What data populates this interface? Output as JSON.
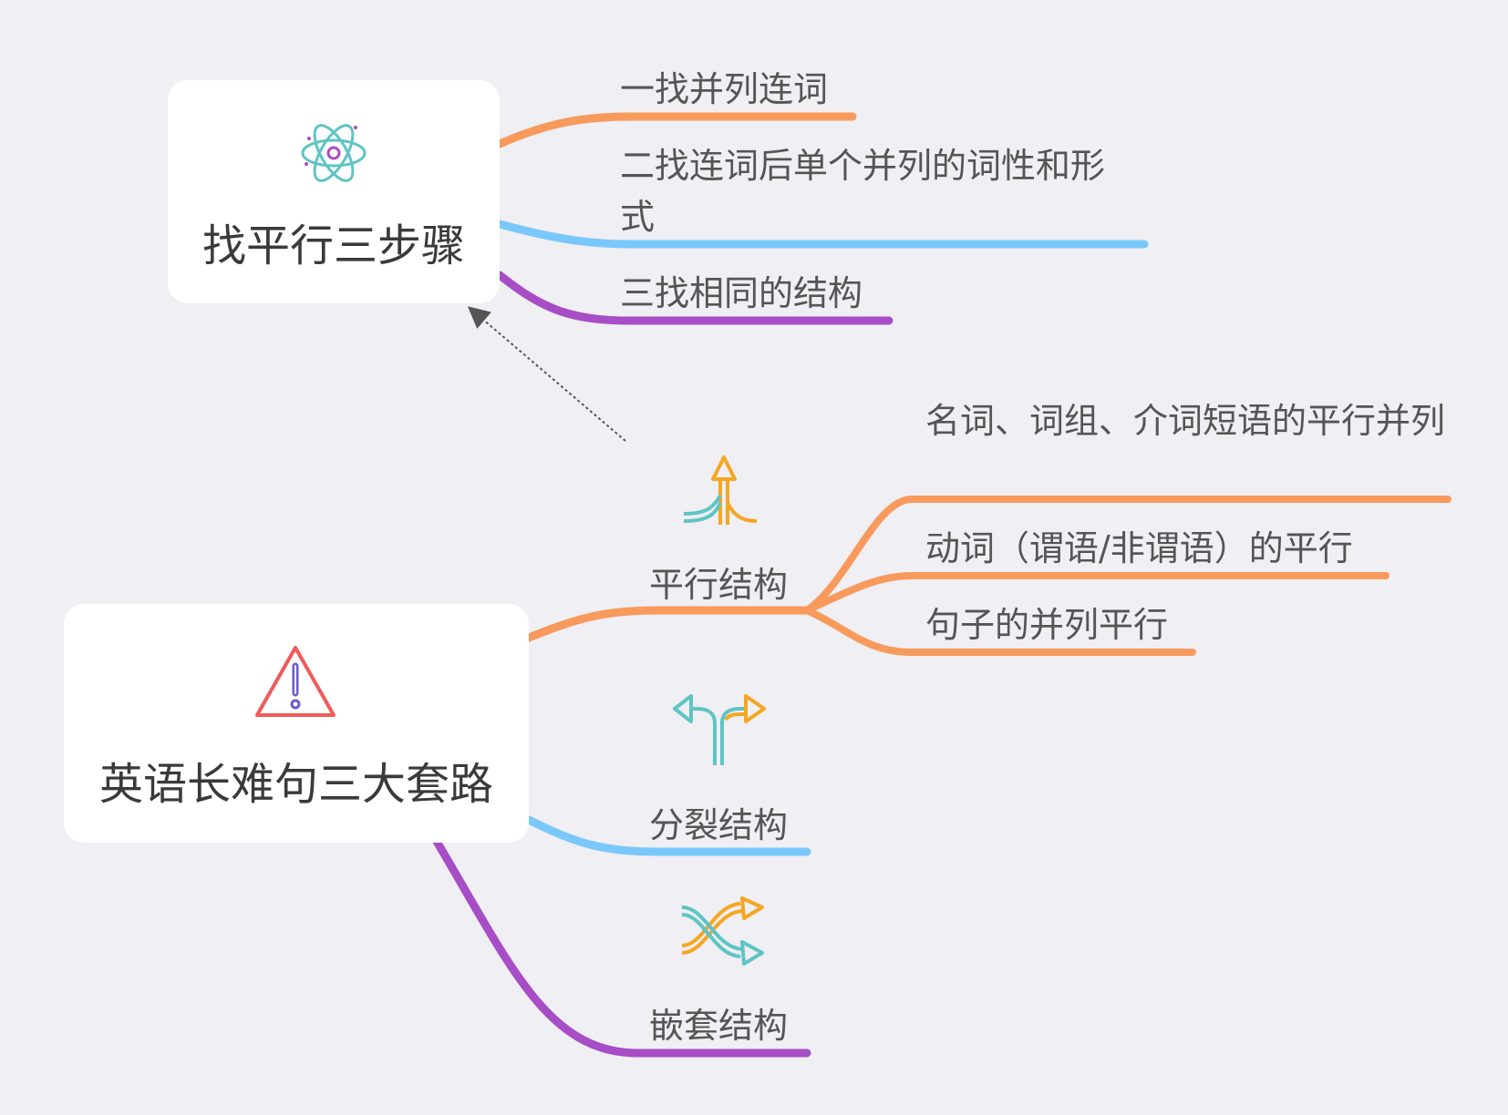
{
  "colors": {
    "background": "#efeff4",
    "orange": "#f89a5c",
    "blue": "#7ac8fb",
    "purple": "#a74dc6",
    "text": "#555555",
    "title": "#3a3a3a"
  },
  "nodes": {
    "steps": {
      "title": "找平行三步骤",
      "icon": "atom-icon",
      "children": [
        {
          "label": "一找并列连词",
          "color": "orange"
        },
        {
          "label": "二找连词后单个并列的词性和形式",
          "color": "blue"
        },
        {
          "label": "三找相同的结构",
          "color": "purple"
        }
      ]
    },
    "root": {
      "title": "英语长难句三大套路",
      "icon": "warning-icon",
      "children": [
        {
          "label": "平行结构",
          "icon": "merge-arrow-icon",
          "color": "orange",
          "children": [
            {
              "label": "名词、词组、介词短语的平行并列"
            },
            {
              "label": "动词（谓语/非谓语）的平行"
            },
            {
              "label": "句子的并列平行"
            }
          ]
        },
        {
          "label": "分裂结构",
          "icon": "split-arrow-icon",
          "color": "blue"
        },
        {
          "label": "嵌套结构",
          "icon": "shuffle-icon",
          "color": "purple"
        }
      ]
    }
  }
}
